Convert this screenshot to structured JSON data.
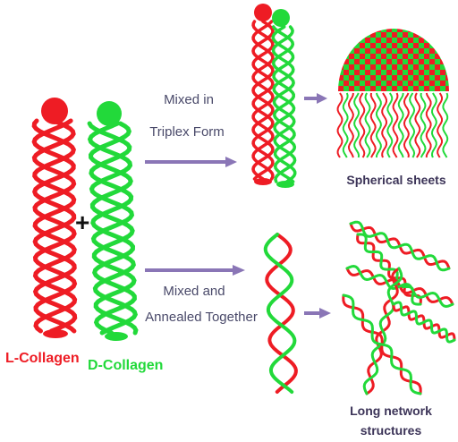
{
  "colors": {
    "l_collagen": "#ee1c24",
    "d_collagen": "#22d93a",
    "arrow": "#8a76b6",
    "text": "#4a4a6a"
  },
  "labels": {
    "l_collagen": "L-Collagen",
    "d_collagen": "D-Collagen",
    "plus": "+",
    "step1_line1": "Mixed in",
    "step1_line2": "Triplex Form",
    "step2_line1": "Mixed and",
    "step2_line2": "Annealed Together",
    "result1": "Spherical sheets",
    "result2_line1": "Long network",
    "result2_line2": "structures"
  }
}
